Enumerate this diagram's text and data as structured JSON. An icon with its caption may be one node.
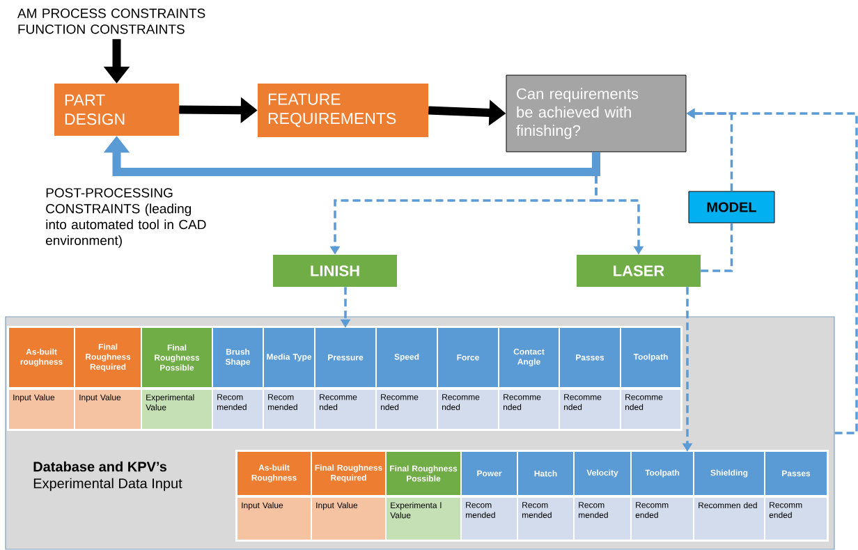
{
  "diagram": {
    "nodes": [
      {
        "text": [
          "AM PROCESS CONSTRAINTS",
          "FUNCTION CONSTRAINTS"
        ]
      },
      {
        "text": [
          "PART DESIGN"
        ]
      },
      {
        "text": [
          "FEATURE REQUIREMENTS"
        ]
      },
      {
        "text": [
          "Can requirements be achieved with finishing?"
        ]
      },
      {
        "text": [
          "MODEL"
        ]
      },
      {
        "text": [
          "LINISH"
        ]
      },
      {
        "text": [
          "LASER"
        ]
      },
      {
        "text": [
          "Database and KPV’s",
          "Experimental Data Input"
        ]
      },
      {
        "text": [
          "As-built roughness"
        ],
        "in": 7
      },
      {
        "text": [
          "Final Roughness Required"
        ],
        "in": 7
      },
      {
        "text": [
          "Final Roughness Possible"
        ],
        "in": 7
      },
      {
        "text": [
          "Brush Shape"
        ],
        "in": 7
      },
      {
        "text": [
          "Media Type"
        ],
        "in": 7
      },
      {
        "text": [
          "Pressure"
        ],
        "in": 7
      },
      {
        "text": [
          "Speed"
        ],
        "in": 7
      },
      {
        "text": [
          "Force"
        ],
        "in": 7
      },
      {
        "text": [
          "Contact Angle"
        ],
        "in": 7
      },
      {
        "text": [
          "Passes"
        ],
        "in": 7
      },
      {
        "text": [
          "Toolpath"
        ],
        "in": 7
      },
      {
        "text": [
          "Input Value"
        ],
        "in": 7
      },
      {
        "text": [
          "Input Value"
        ],
        "in": 7
      },
      {
        "text": [
          "Experimental Value"
        ],
        "in": 7
      },
      {
        "text": [
          "Recom mended"
        ],
        "in": 7
      },
      {
        "text": [
          "Recom mended"
        ],
        "in": 7
      },
      {
        "text": [
          "Recomme nded"
        ],
        "in": 7
      },
      {
        "text": [
          "Recomme nded"
        ],
        "in": 7
      },
      {
        "text": [
          "Recomme nded"
        ],
        "in": 7
      },
      {
        "text": [
          "Recomme nded"
        ],
        "in": 7
      },
      {
        "text": [
          "Recomme nded"
        ],
        "in": 7
      },
      {
        "text": [
          "Recomme nded"
        ],
        "in": 7
      },
      {
        "text": [
          "As-built Roughness"
        ],
        "in": 7
      },
      {
        "text": [
          "Final Roughness Required"
        ],
        "in": 7
      },
      {
        "text": [
          "Final Roughness Possible"
        ],
        "in": 7
      },
      {
        "text": [
          "Power"
        ],
        "in": 7
      },
      {
        "text": [
          "Hatch"
        ],
        "in": 7
      },
      {
        "text": [
          "Velocity"
        ],
        "in": 7
      },
      {
        "text": [
          "Toolpath"
        ],
        "in": 7
      },
      {
        "text": [
          "Shielding"
        ],
        "in": 7
      },
      {
        "text": [
          "Passes"
        ],
        "in": 7
      },
      {
        "text": [
          "Input Value"
        ],
        "in": 7
      },
      {
        "text": [
          "Input Value"
        ],
        "in": 7
      },
      {
        "text": [
          "Experimenta l Value"
        ],
        "in": 7
      },
      {
        "text": [
          "Recom mended"
        ],
        "in": 7
      },
      {
        "text": [
          "Recom mended"
        ],
        "in": 7
      },
      {
        "text": [
          "Recom mended"
        ],
        "in": 7
      },
      {
        "text": [
          "Recomm ended"
        ],
        "in": 7
      },
      {
        "text": [
          "Recommen ded"
        ],
        "in": 7
      },
      {
        "text": [
          "Recomm ended"
        ],
        "in": 7
      }
    ],
    "edges": [
      {
        "from": 0,
        "to": 1,
        "arrow": "to",
        "style": "thick",
        "color": "#000000"
      },
      {
        "from": 1,
        "to": 2,
        "arrow": "to",
        "style": "thick",
        "color": "#000000"
      },
      {
        "from": 2,
        "to": 3,
        "arrow": "to",
        "style": "thick",
        "color": "#000000"
      },
      {
        "from": 3,
        "to": 1,
        "arrow": "to",
        "style": "thick"
      },
      {
        "from": 3,
        "to": 5,
        "arrow": "to",
        "style": "dashed"
      },
      {
        "from": 3,
        "to": 6,
        "arrow": "to",
        "style": "dashed"
      },
      {
        "from": 5,
        "to": 13,
        "arrow": "to",
        "style": "dashed"
      },
      {
        "from": 6,
        "to": 36,
        "arrow": "to",
        "style": "dashed"
      },
      {
        "from": 6,
        "to": 4,
        "arrow": "none",
        "style": "dashed"
      },
      {
        "from": 4,
        "to": 3,
        "arrow": "to",
        "style": "dashed"
      },
      {
        "from": 7,
        "to": 3,
        "arrow": "to",
        "style": "dashed"
      }
    ],
    "labels": [
      "POST-PROCESSING CONSTRAINTS (leading into automated tool in CAD environment)"
    ]
  }
}
